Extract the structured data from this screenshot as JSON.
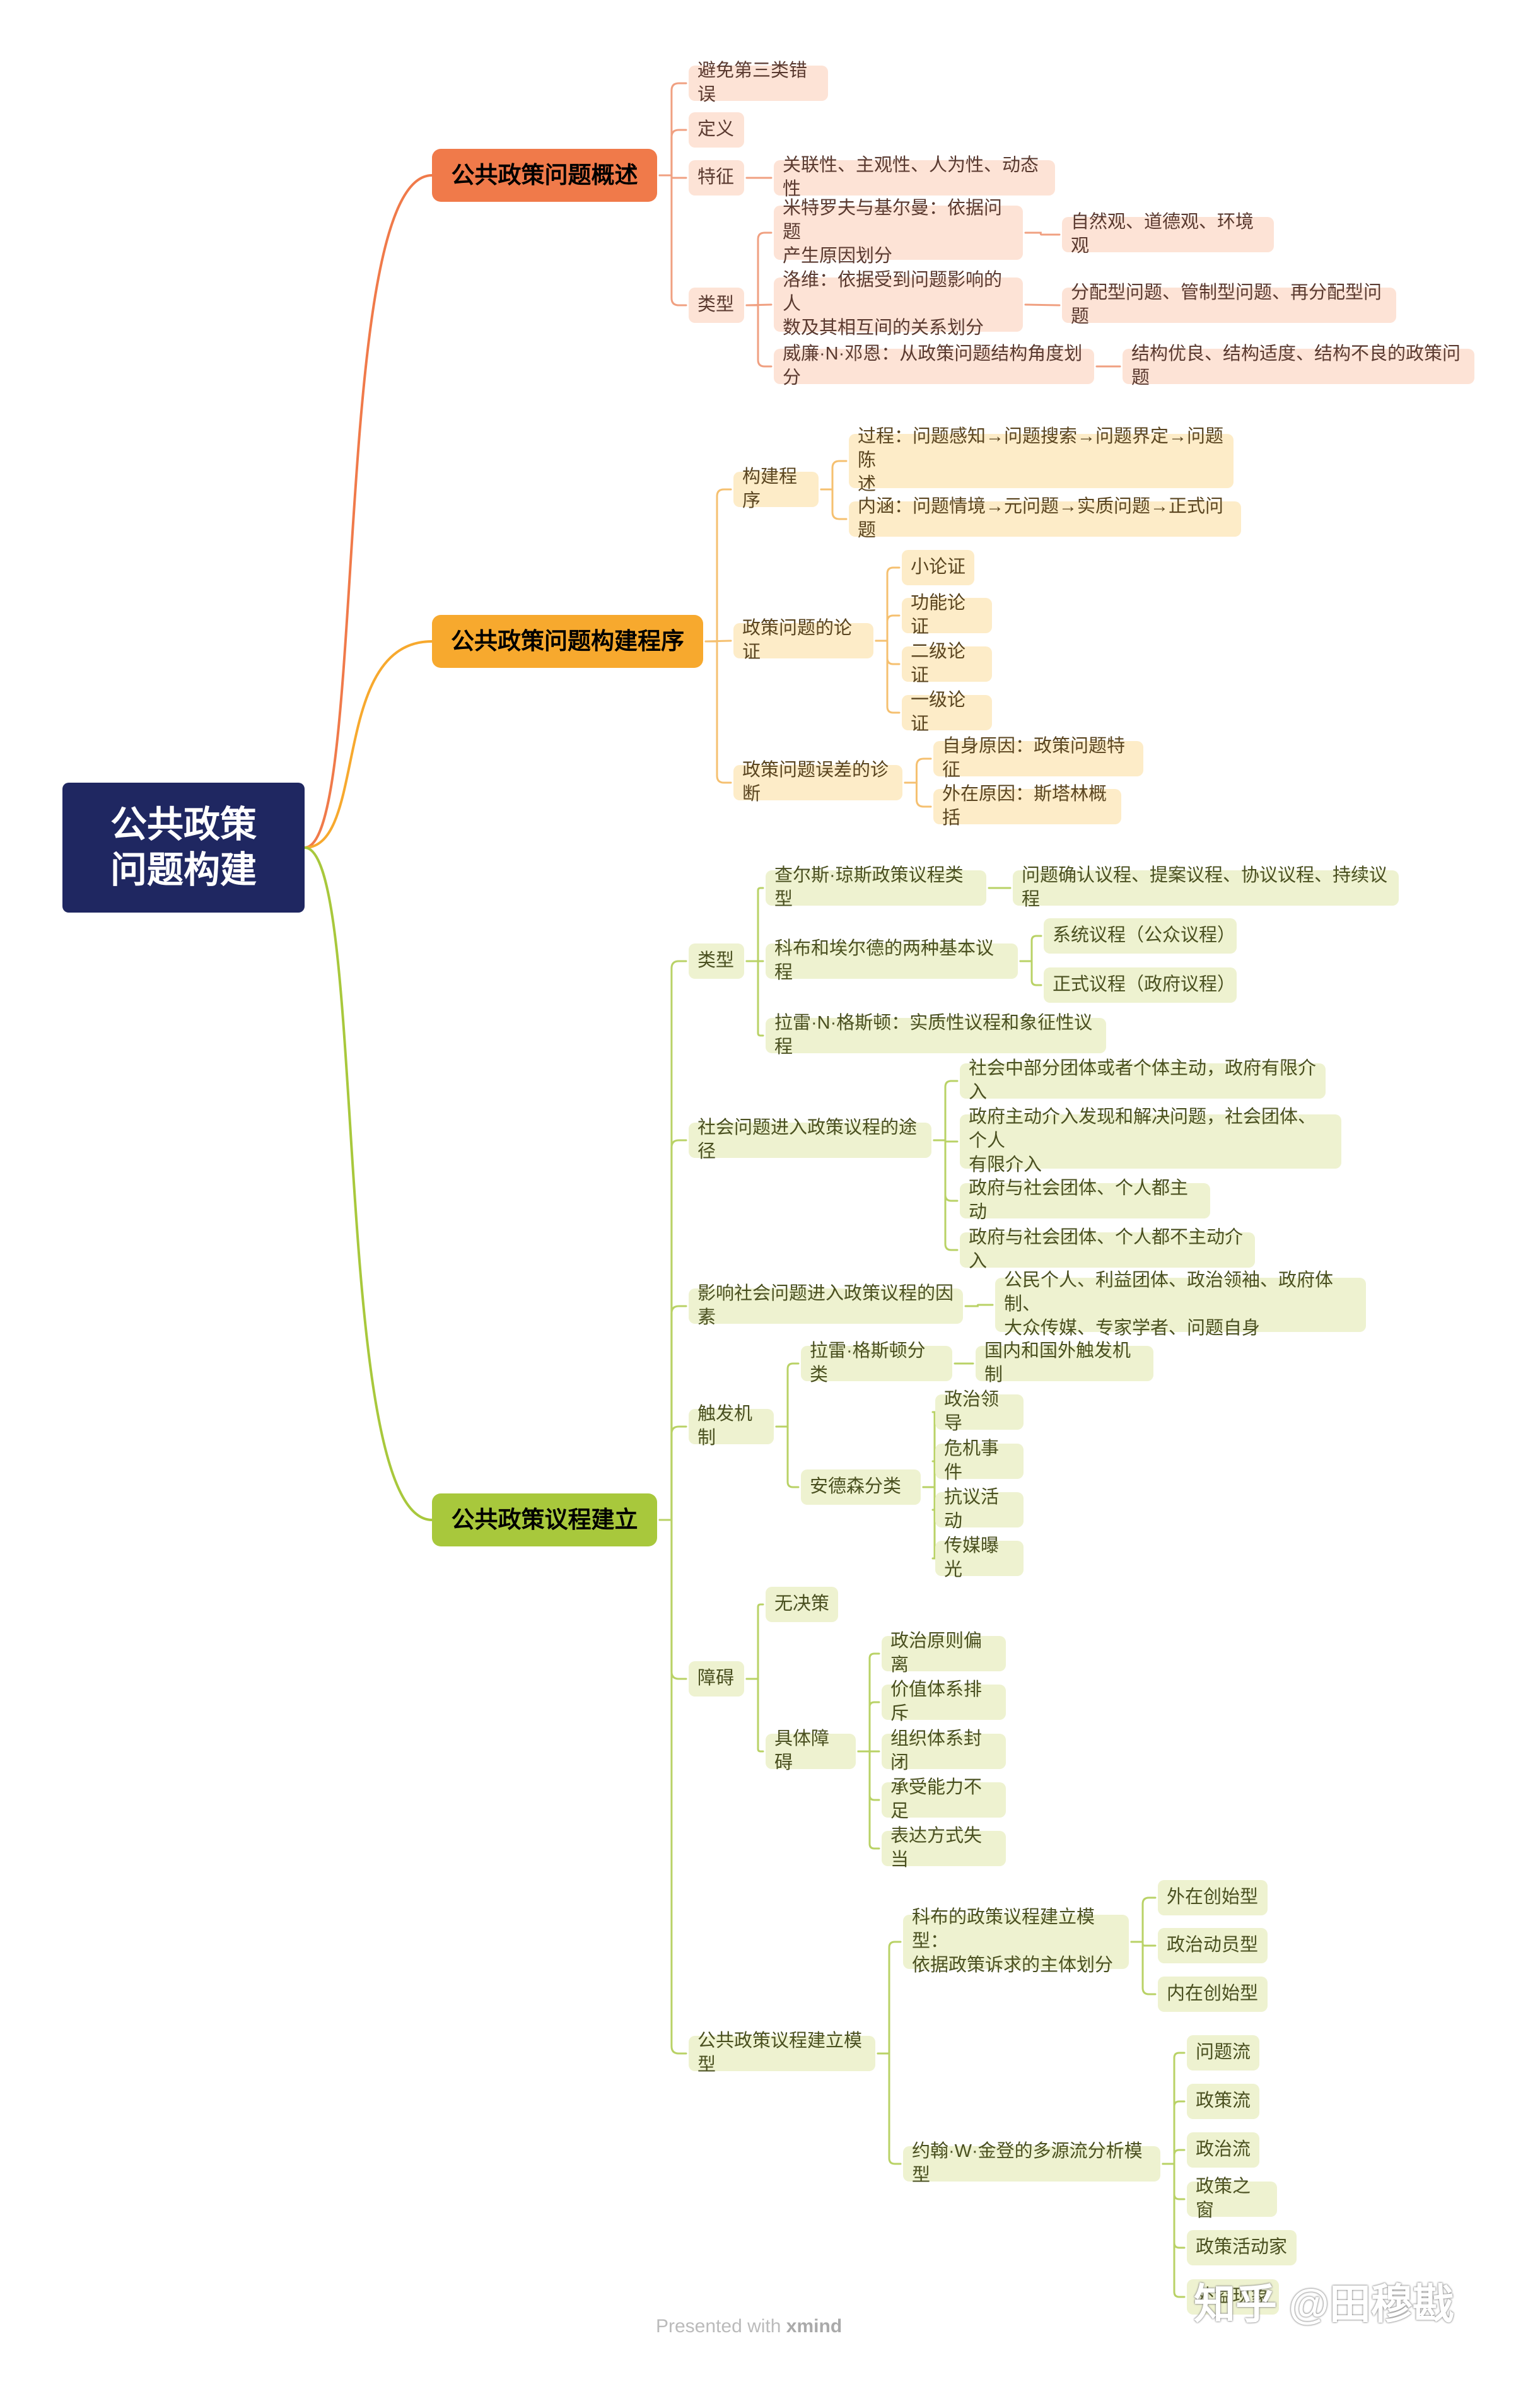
{
  "root": {
    "title": "公共政策\n问题构建"
  },
  "colors": {
    "root": "#1f2761",
    "branch1": "#f07a4a",
    "branch2": "#f7a92e",
    "branch3": "#a8c83c"
  },
  "branches": [
    {
      "title": "公共政策问题概述",
      "children": [
        {
          "text": "避免第三类错误"
        },
        {
          "text": "定义"
        },
        {
          "text": "特征",
          "children": [
            {
              "text": "关联性、主观性、人为性、动态性"
            }
          ]
        },
        {
          "text": "类型",
          "children": [
            {
              "text": "米特罗夫与基尔曼：依据问题\n产生原因划分",
              "children": [
                {
                  "text": "自然观、道德观、环境观"
                }
              ]
            },
            {
              "text": "洛维：依据受到问题影响的人\n数及其相互间的关系划分",
              "children": [
                {
                  "text": "分配型问题、管制型问题、再分配型问题"
                }
              ]
            },
            {
              "text": "威廉·N·邓恩：从政策问题结构角度划分",
              "children": [
                {
                  "text": "结构优良、结构适度、结构不良的政策问题"
                }
              ]
            }
          ]
        }
      ]
    },
    {
      "title": "公共政策问题构建程序",
      "children": [
        {
          "text": "构建程序",
          "children": [
            {
              "text": "过程：问题感知→问题搜索→问题界定→问题陈\n述"
            },
            {
              "text": "内涵：问题情境→元问题→实质问题→正式问题"
            }
          ]
        },
        {
          "text": "政策问题的论证",
          "children": [
            {
              "text": "小论证"
            },
            {
              "text": "功能论证"
            },
            {
              "text": "二级论证"
            },
            {
              "text": "一级论证"
            }
          ]
        },
        {
          "text": "政策问题误差的诊断",
          "children": [
            {
              "text": "自身原因：政策问题特征"
            },
            {
              "text": "外在原因：斯塔林概括"
            }
          ]
        }
      ]
    },
    {
      "title": "公共政策议程建立",
      "children": [
        {
          "text": "类型",
          "children": [
            {
              "text": "查尔斯·琼斯政策议程类型",
              "children": [
                {
                  "text": "问题确认议程、提案议程、协议议程、持续议程"
                }
              ]
            },
            {
              "text": "科布和埃尔德的两种基本议程",
              "children": [
                {
                  "text": "系统议程（公众议程）"
                },
                {
                  "text": "正式议程（政府议程）"
                }
              ]
            },
            {
              "text": "拉雷·N·格斯顿：实质性议程和象征性议程"
            }
          ]
        },
        {
          "text": "社会问题进入政策议程的途径",
          "children": [
            {
              "text": "社会中部分团体或者个体主动，政府有限介入"
            },
            {
              "text": "政府主动介入发现和解决问题，社会团体、个人\n有限介入"
            },
            {
              "text": "政府与社会团体、个人都主动"
            },
            {
              "text": "政府与社会团体、个人都不主动介入"
            }
          ]
        },
        {
          "text": "影响社会问题进入政策议程的因素",
          "children": [
            {
              "text": "公民个人、利益团体、政治领袖、政府体制、\n大众传媒、专家学者、问题自身"
            }
          ]
        },
        {
          "text": "触发机制",
          "children": [
            {
              "text": "拉雷·格斯顿分类",
              "children": [
                {
                  "text": "国内和国外触发机制"
                }
              ]
            },
            {
              "text": "安德森分类",
              "children": [
                {
                  "text": "政治领导"
                },
                {
                  "text": "危机事件"
                },
                {
                  "text": "抗议活动"
                },
                {
                  "text": "传媒曝光"
                }
              ]
            }
          ]
        },
        {
          "text": "障碍",
          "children": [
            {
              "text": "无决策"
            },
            {
              "text": "具体障碍",
              "children": [
                {
                  "text": "政治原则偏离"
                },
                {
                  "text": "价值体系排斥"
                },
                {
                  "text": "组织体系封闭"
                },
                {
                  "text": "承受能力不足"
                },
                {
                  "text": "表达方式失当"
                }
              ]
            }
          ]
        },
        {
          "text": "公共政策议程建立模型",
          "children": [
            {
              "text": "科布的政策议程建立模型：\n依据政策诉求的主体划分",
              "children": [
                {
                  "text": "外在创始型"
                },
                {
                  "text": "政治动员型"
                },
                {
                  "text": "内在创始型"
                }
              ]
            },
            {
              "text": "约翰·W·金登的多源流分析模型",
              "children": [
                {
                  "text": "问题流"
                },
                {
                  "text": "政策流"
                },
                {
                  "text": "政治流"
                },
                {
                  "text": "政策之窗"
                },
                {
                  "text": "政策活动家"
                },
                {
                  "text": "外溢现象"
                }
              ]
            }
          ]
        }
      ]
    }
  ],
  "watermark": "知乎 @田穆戡",
  "footer": {
    "presented": "Presented with",
    "brand": "xmind"
  }
}
